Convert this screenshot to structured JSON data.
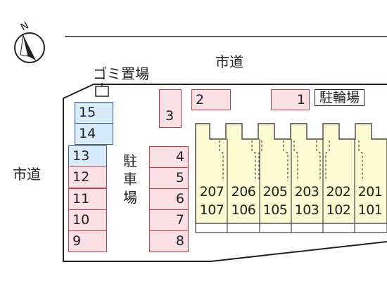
{
  "compass": {
    "north_label": "N"
  },
  "roads": {
    "top": "市道",
    "left": "市道"
  },
  "facilities": {
    "garbage": "ゴミ置場",
    "bicycle": "駐輪場",
    "parking_chars": [
      "駐",
      "車",
      "場"
    ]
  },
  "colors": {
    "slot_fill": "#fbe0e6",
    "slot_border": "#d33a48",
    "highlight_fill": "#d8ecfb",
    "highlight_border": "#2e4fd1",
    "building_fill": "#fdfad2"
  },
  "parking_spaces": {
    "top": [
      "1",
      "2",
      "3"
    ],
    "middle": [
      "4",
      "5",
      "6",
      "7",
      "8"
    ],
    "left_highlighted": [
      "15",
      "14",
      "13"
    ],
    "left": [
      "12",
      "11",
      "10",
      "9"
    ]
  },
  "units": {
    "upper": [
      "207",
      "206",
      "205",
      "203",
      "202",
      "201"
    ],
    "lower": [
      "107",
      "106",
      "105",
      "103",
      "102",
      "101"
    ]
  }
}
